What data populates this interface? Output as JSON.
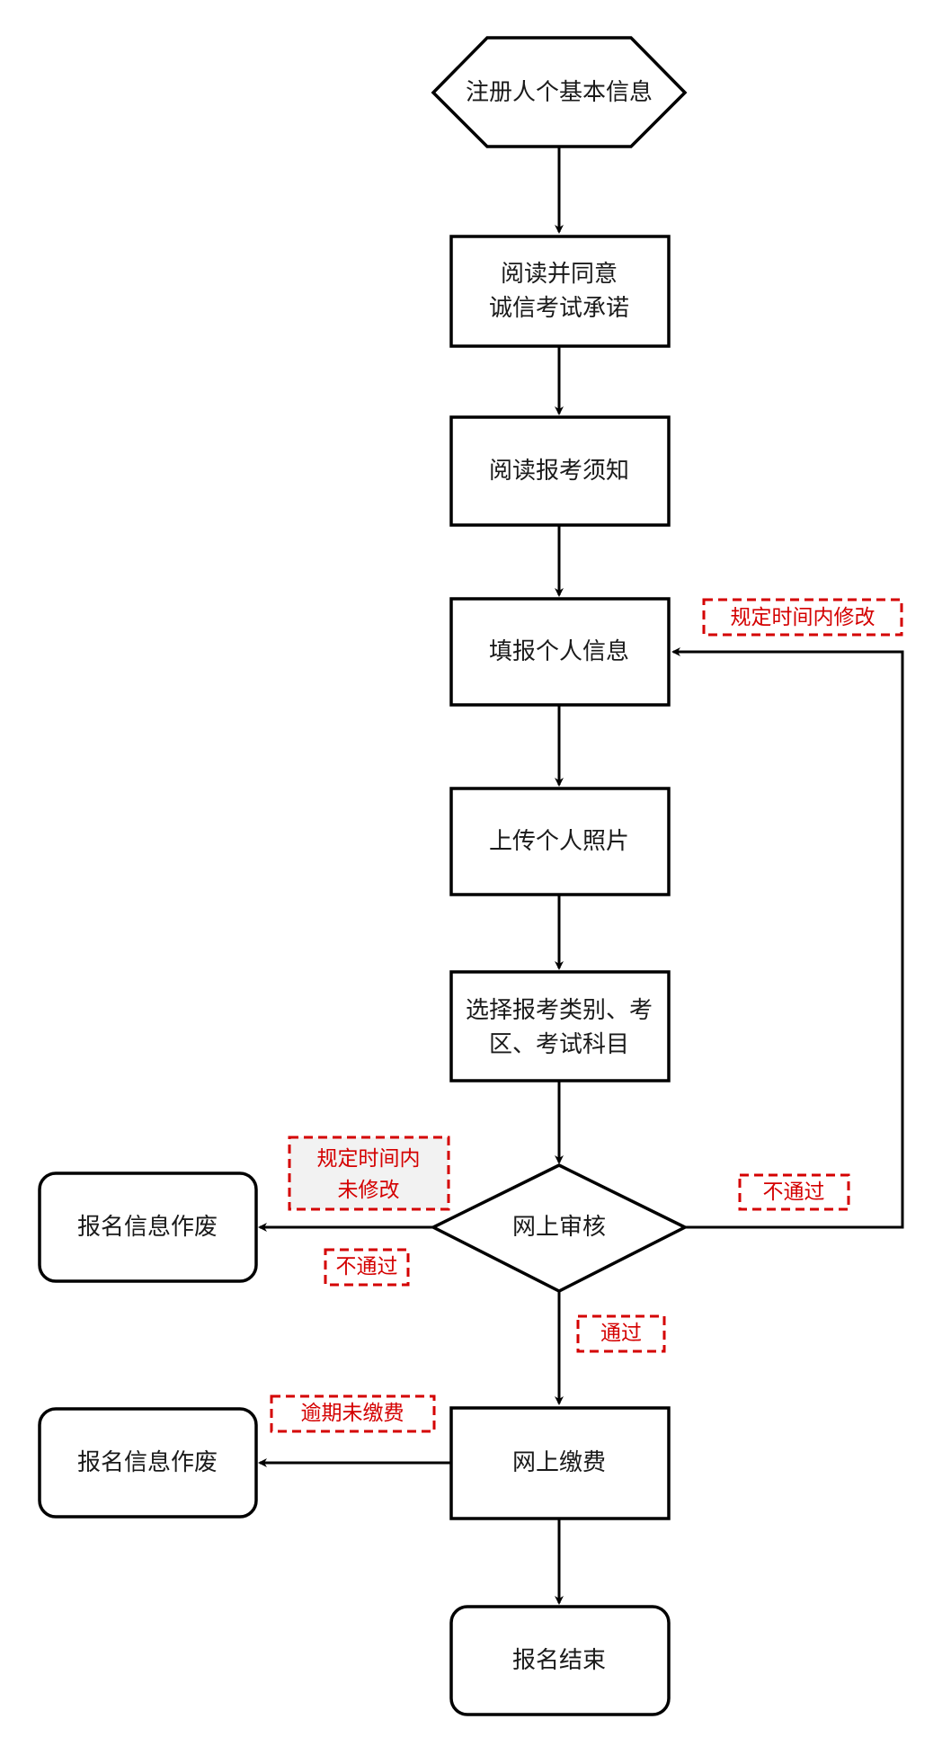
{
  "nodes": {
    "start": "注册人个基本信息",
    "read_commit_line1": "阅读并同意",
    "read_commit_line2": "诚信考试承诺",
    "read_notice": "阅读报考须知",
    "fill_info": "填报个人信息",
    "upload_photo": "上传个人照片",
    "select_line1": "选择报考类别、考",
    "select_line2": "区、考试科目",
    "review": "网上审核",
    "void_review": "报名信息作废",
    "payment": "网上缴费",
    "void_payment": "报名信息作废",
    "end": "报名结束"
  },
  "notes": {
    "modify_in_time": "规定时间内修改",
    "not_modified_line1": "规定时间内",
    "not_modified_line2": "未修改",
    "fail_right": "不通过",
    "fail_left": "不通过",
    "pass": "通过",
    "overdue": "逾期未缴费"
  },
  "colors": {
    "stroke": "#000000",
    "note": "#d40000",
    "note_fill_gray": "#f2f2f2"
  }
}
